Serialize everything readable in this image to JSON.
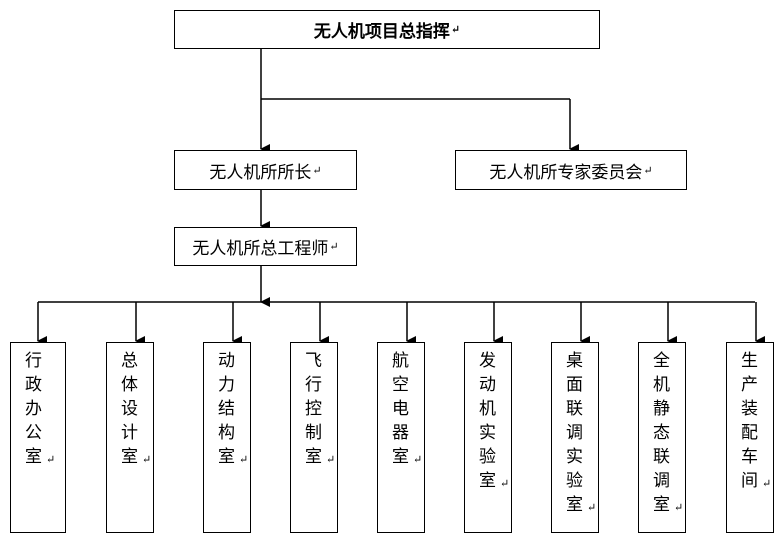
{
  "top": {
    "label": "无人机项目总指挥"
  },
  "director": {
    "label": "无人机所所长"
  },
  "committee": {
    "label": "无人机所专家委员会"
  },
  "chief_engineer": {
    "label": "无人机所总工程师"
  },
  "paragraph_mark": "↵",
  "departments": [
    {
      "label": "行政办公室"
    },
    {
      "label": "总体设计室"
    },
    {
      "label": "动力结构室"
    },
    {
      "label": "飞行控制室"
    },
    {
      "label": "航空电器室"
    },
    {
      "label": "发动机实验室"
    },
    {
      "label": "桌面联调实验室"
    },
    {
      "label": "全机静态联调室"
    },
    {
      "label": "生产装配车间"
    }
  ]
}
